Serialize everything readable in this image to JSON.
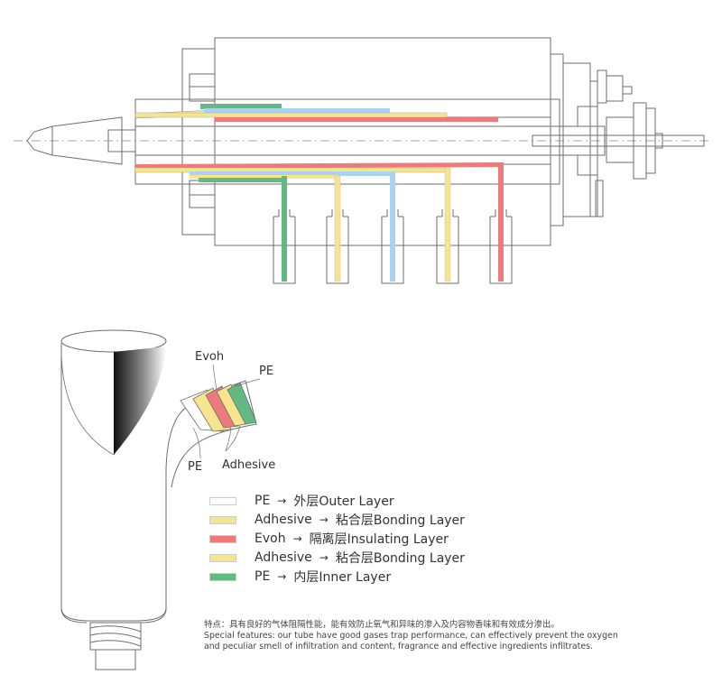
{
  "colors": {
    "pe_outer": "#ffffff",
    "adhesive": "#f6e58d",
    "evoh": "#ee7b7b",
    "pe_inner": "#62b982",
    "blue_channel": "#a9d3ef",
    "line": "#6d6d6d"
  },
  "tube_labels": {
    "evoh": "Evoh",
    "pe_top": "PE",
    "pe_bottom": "PE",
    "adhesive": "Adhesive"
  },
  "legend": [
    {
      "layer": "PE",
      "desc": "外层Outer Layer",
      "color": "#ffffff"
    },
    {
      "layer": "Adhesive",
      "desc": "粘合层Bonding Layer",
      "color": "#f6e58d"
    },
    {
      "layer": "Evoh",
      "desc": "隔离层Insulating Layer",
      "color": "#ee7b7b"
    },
    {
      "layer": "Adhesive",
      "desc": "粘合层Bonding Layer",
      "color": "#f6e58d"
    },
    {
      "layer": "PE",
      "desc": "内层Inner Layer",
      "color": "#62b982"
    }
  ],
  "arrow_symbol": "→",
  "notes": {
    "cn": "特点：具有良好的气体阻隔性能，能有效防止氧气和异味的渗入及内容物香味和有效成分渗出。",
    "en1": "Special features: our tube have good gases trap performance, can effectively prevent the oxygen",
    "en2": "and peculiar smell of infiltration and content, fragrance and effective ingredients infiltrates."
  }
}
